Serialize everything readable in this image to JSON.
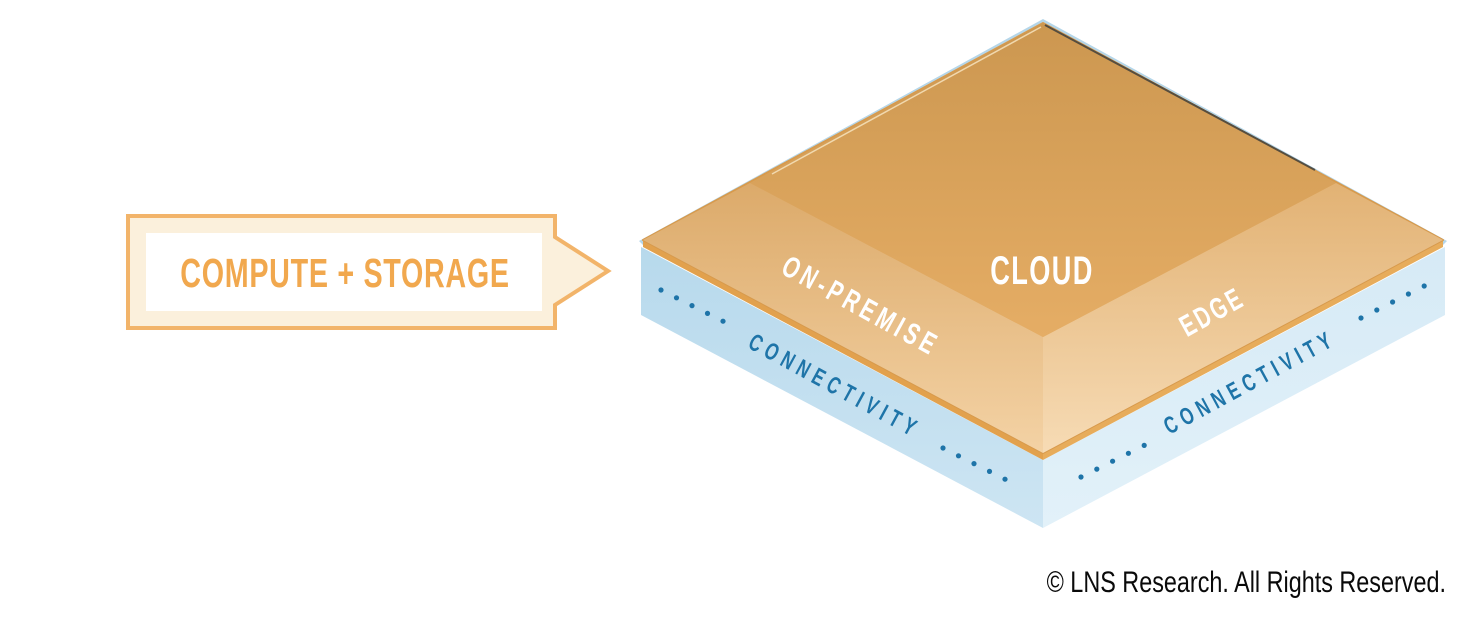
{
  "diagram": {
    "callout": {
      "label": "COMPUTE + STORAGE"
    },
    "layers": {
      "compute": {
        "left": "ON-PREMISE",
        "center": "CLOUD",
        "right": "EDGE"
      },
      "connectivity": {
        "left": "CONNECTIVITY",
        "right": "CONNECTIVITY"
      }
    },
    "colors": {
      "orange_top": "#CC9750",
      "orange_bottom": "#E5AD65",
      "strip_light": "#F4D3A6",
      "slab_edge": "#E2A14D",
      "blue_face_left": "#BCDCEF",
      "blue_face_right": "#D8EBF7",
      "accent_text_blue": "#1E74A8",
      "callout_border": "#F2B46A",
      "callout_fill": "#FBF0DC",
      "callout_text": "#F1A84E"
    }
  },
  "footer": {
    "copyright": "© LNS Research. All Rights Reserved."
  }
}
